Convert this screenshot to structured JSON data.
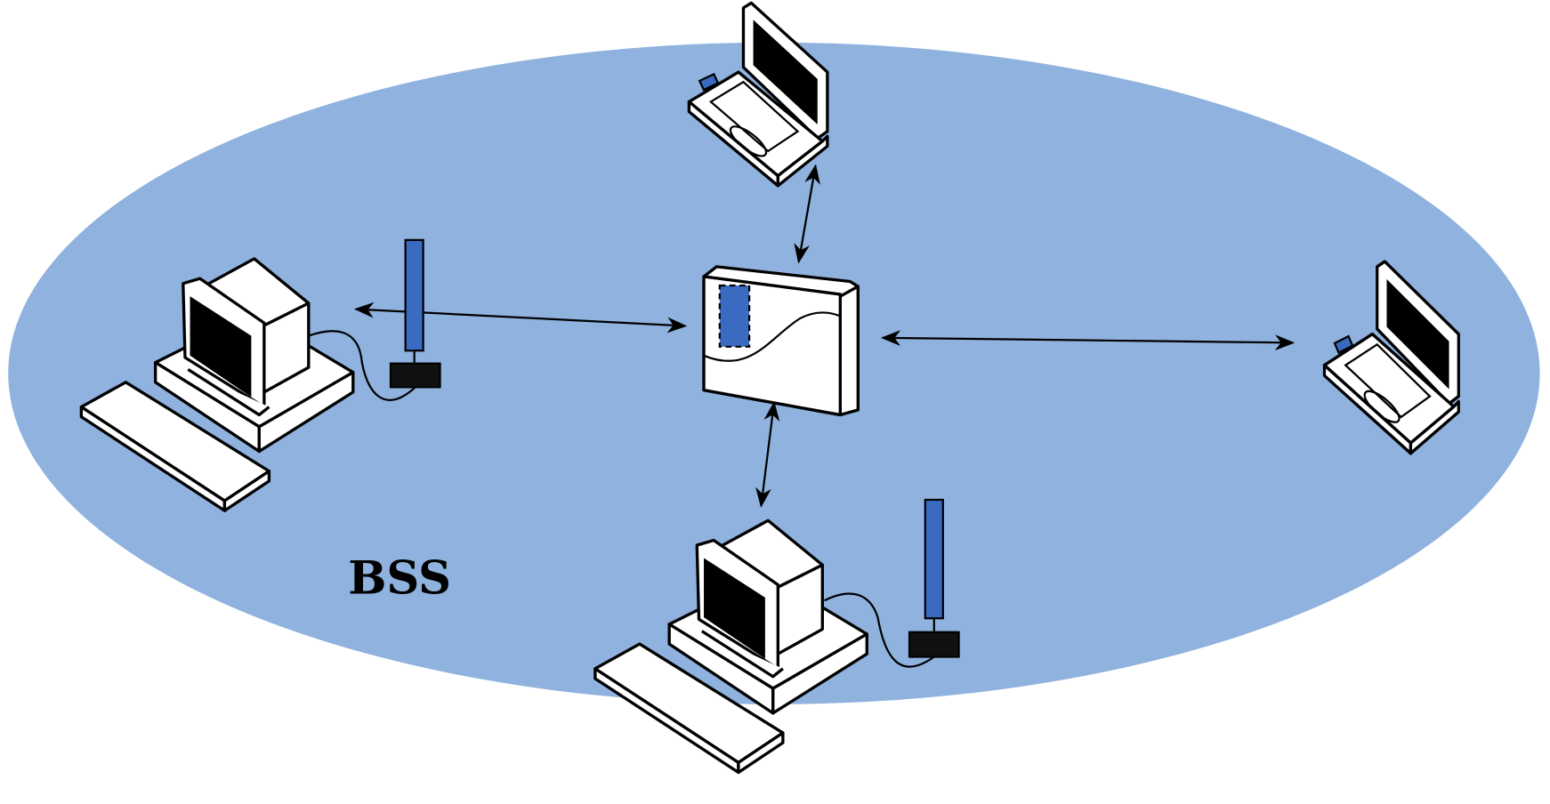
{
  "diagram": {
    "label": "BSS",
    "colors": {
      "coverage_area": "#8fb2de",
      "antenna": "#3a6bc0",
      "outline": "#000000"
    },
    "nodes": [
      {
        "id": "access-point",
        "icon": "access-point-icon"
      },
      {
        "id": "laptop-top",
        "icon": "laptop-icon"
      },
      {
        "id": "laptop-right",
        "icon": "laptop-icon"
      },
      {
        "id": "desktop-left",
        "icon": "desktop-computer-icon"
      },
      {
        "id": "desktop-bottom",
        "icon": "desktop-computer-icon"
      }
    ],
    "links": [
      {
        "from": "access-point",
        "to": "desktop-left",
        "direction": "bidirectional"
      },
      {
        "from": "access-point",
        "to": "laptop-top",
        "direction": "bidirectional"
      },
      {
        "from": "access-point",
        "to": "laptop-right",
        "direction": "bidirectional"
      },
      {
        "from": "access-point",
        "to": "desktop-bottom",
        "direction": "bidirectional"
      }
    ]
  }
}
